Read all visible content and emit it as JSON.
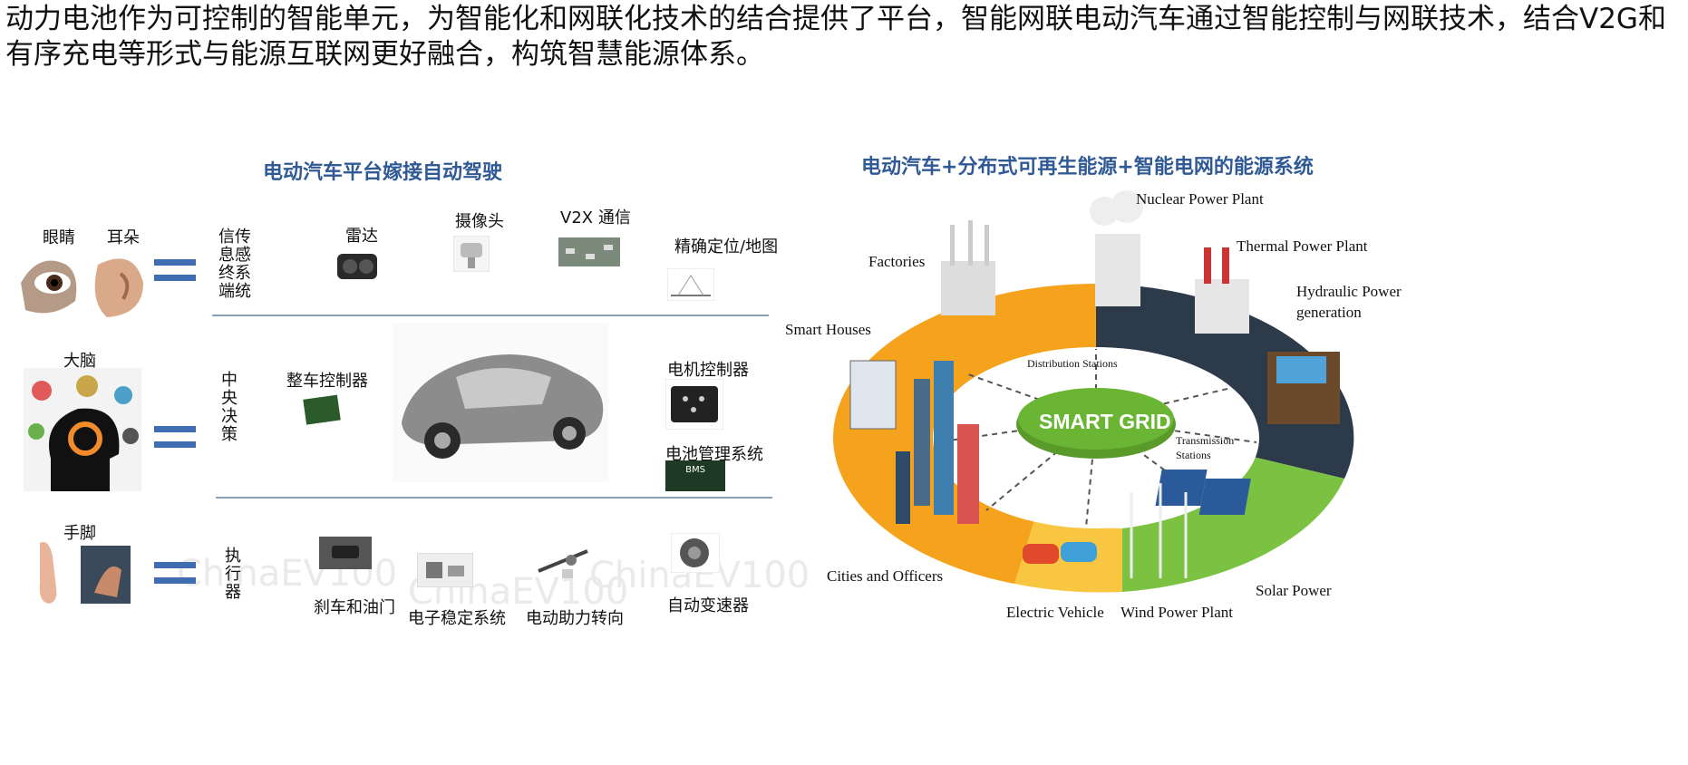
{
  "intro": "动力电池作为可控制的智能单元，为智能化和网联化技术的结合提供了平台，智能网联电动汽车通过智能控制与网联技术，结合V2G和有序充电等形式与能源互联网更好融合，构筑智慧能源体系。",
  "left": {
    "title": "电动汽车平台嫁接自动驾驶",
    "organs": {
      "eyes": "眼睛",
      "ears": "耳朵",
      "brain": "大脑",
      "limbs": "手脚"
    },
    "rows": {
      "sense": "信息传感终端系统",
      "decision": "中央决策",
      "actuator": "执行器"
    },
    "components": {
      "radar": "雷达",
      "camera": "摄像头",
      "v2x": "V2X 通信",
      "positioning": "精确定位/地图",
      "vcu": "整车控制器",
      "motor_ctrl": "电机控制器",
      "bms": "电池管理系统",
      "bms_chip": "BMS",
      "brake": "刹车和油门",
      "esc": "电子稳定系统",
      "eps": "电动助力转向",
      "transmission": "自动变速器"
    },
    "watermark": [
      "ChinaEV100",
      "ChinaEV100",
      "ChinaEV100"
    ]
  },
  "right": {
    "title": "电动汽车+分布式可再生能源+智能电网的能源系统",
    "labels": {
      "nuclear": "Nuclear Power Plant",
      "thermal": "Thermal Power Plant",
      "hydraulic": "Hydraulic Power\ngeneration",
      "factories": "Factories",
      "smart_houses": "Smart Houses",
      "cities": "Cities and Officers",
      "ev": "Electric Vehicle",
      "wind": "Wind Power Plant",
      "solar": "Solar Power",
      "distribution": "Distribution Stations",
      "transmission": "Transmission\nStations",
      "smart_grid": "SMART GRID"
    }
  },
  "colors": {
    "title_blue": "#2f5a96",
    "eq_blue": "#3e6db1",
    "orange": "#f5a21c",
    "navy": "#2c3a4a",
    "green": "#7cc242",
    "grid_green": "#6ab533"
  }
}
